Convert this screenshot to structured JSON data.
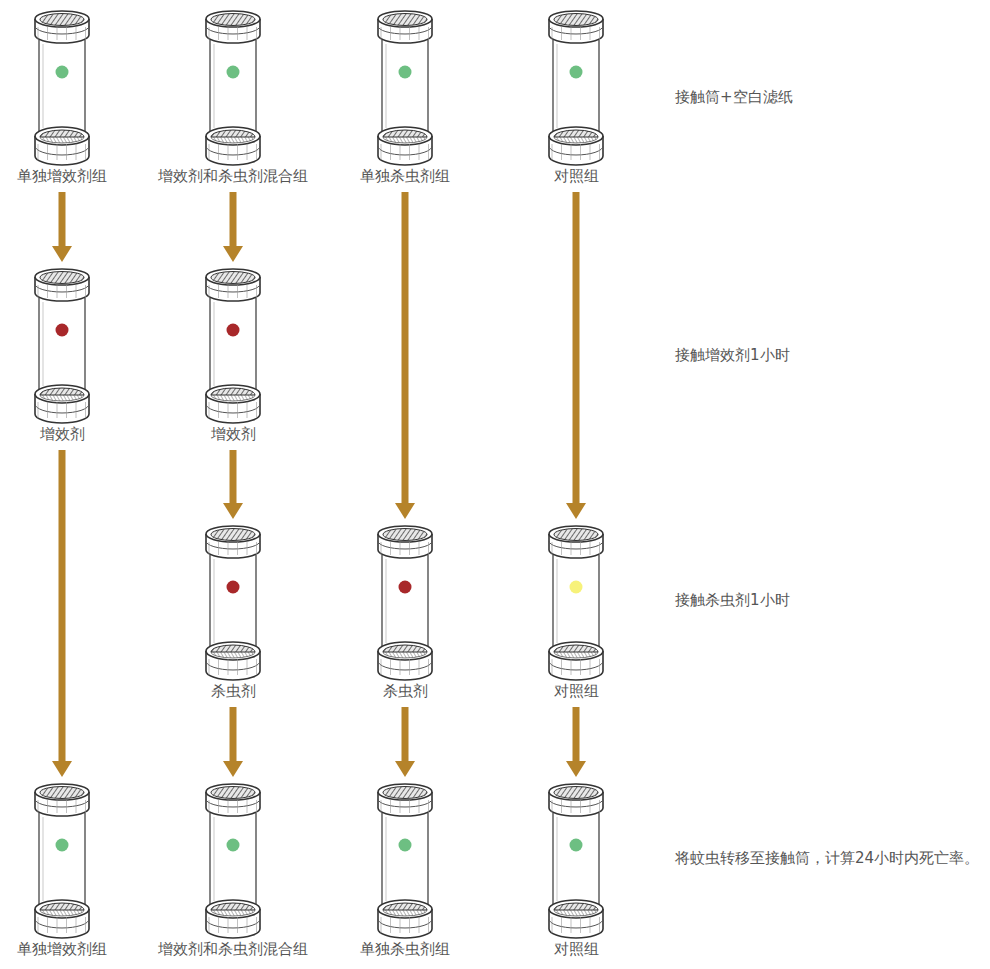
{
  "diagram": {
    "nodes": [
      {
        "text": [
          "单独增效剂组"
        ]
      },
      {
        "text": [
          "增效剂和杀虫剂混合组"
        ]
      },
      {
        "text": [
          "单独杀虫剂组"
        ]
      },
      {
        "text": [
          "对照组"
        ]
      },
      {
        "text": [
          "增效剂"
        ]
      },
      {
        "text": [
          "增效剂"
        ]
      },
      {
        "text": [
          "杀虫剂"
        ]
      },
      {
        "text": [
          "杀虫剂"
        ]
      },
      {
        "text": [
          "对照组"
        ]
      },
      {
        "text": [
          "单独增效剂组"
        ]
      },
      {
        "text": [
          "增效剂和杀虫剂混合组"
        ]
      },
      {
        "text": [
          "单独杀虫剂组"
        ]
      },
      {
        "text": [
          "对照组"
        ]
      }
    ],
    "edges": [
      {
        "from": 0,
        "to": 4,
        "arrow": "to"
      },
      {
        "from": 1,
        "to": 5,
        "arrow": "to"
      },
      {
        "from": 2,
        "to": 7,
        "arrow": "to"
      },
      {
        "from": 3,
        "to": 8,
        "arrow": "to"
      },
      {
        "from": 4,
        "to": 9,
        "arrow": "to"
      },
      {
        "from": 5,
        "to": 6,
        "arrow": "to"
      },
      {
        "from": 6,
        "to": 10,
        "arrow": "to"
      },
      {
        "from": 7,
        "to": 11,
        "arrow": "to"
      },
      {
        "from": 8,
        "to": 12,
        "arrow": "to"
      }
    ],
    "labels": [
      "接触筒+空白滤纸",
      "接触增效剂1小时",
      "接触杀虫剂1小时",
      "将蚊虫转移至接触筒，计算24小时内死亡率。"
    ]
  }
}
